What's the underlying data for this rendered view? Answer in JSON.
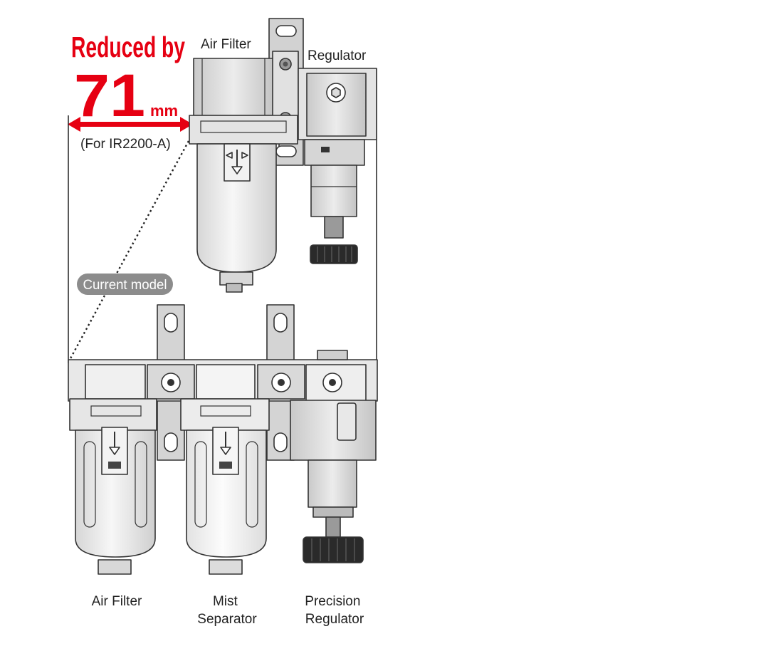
{
  "headline": {
    "reduced_by": "Reduced by",
    "amount": "71",
    "unit": "mm",
    "note": "(For IR2200-A)"
  },
  "new_unit": {
    "air_filter_label": "Air Filter",
    "regulator_label": "Regulator"
  },
  "current_model_badge": "Current model",
  "current_unit": {
    "labels": [
      {
        "line1": "Air Filter"
      },
      {
        "line1": "Mist",
        "line2": "Separator"
      },
      {
        "line1": "Precision",
        "line2": "Regulator"
      }
    ]
  },
  "colors": {
    "accent_red": "#e60012",
    "badge_gray": "#8c8c8c",
    "body_gray": "#e6e6e6",
    "dark_gray": "#cfcfcf",
    "knob_black": "#2a2a2a"
  }
}
